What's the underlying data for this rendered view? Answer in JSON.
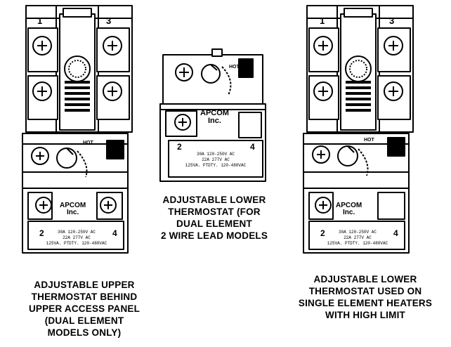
{
  "upper_thermostat": {
    "terminals": [
      "1",
      "3",
      "2",
      "4"
    ],
    "dial_mark": "HOT",
    "brand": [
      "APCOM",
      "Inc."
    ],
    "rating": [
      "30A 120-250V AC",
      "22A 277V AC",
      "125VA. PTDTY. 120-480VAC"
    ],
    "caption": [
      "ADJUSTABLE UPPER",
      "THERMOSTAT BEHIND",
      "UPPER ACCESS PANEL",
      "(DUAL ELEMENT",
      "MODELS ONLY)"
    ]
  },
  "lower_dual": {
    "terminals": [
      "2",
      "4"
    ],
    "dial_mark": "HOT",
    "brand": [
      "APCOM",
      "Inc."
    ],
    "rating": [
      "30A 120-250V AC",
      "22A 277V AC",
      "125VA. PTDTY. 120-480VAC"
    ],
    "caption": [
      "ADJUSTABLE LOWER",
      "THERMOSTAT (FOR",
      "DUAL ELEMENT",
      "2 WIRE LEAD MODELS"
    ]
  },
  "lower_single": {
    "terminals": [
      "1",
      "3",
      "2",
      "4"
    ],
    "dial_mark": "HOT",
    "brand": [
      "APCOM",
      "Inc."
    ],
    "rating": [
      "30A 120-250V AC",
      "22A 277V AC",
      "125VA. PTDTY. 120-480VAC"
    ],
    "caption": [
      "ADJUSTABLE LOWER",
      "THERMOSTAT USED ON",
      "SINGLE ELEMENT HEATERS",
      "WITH HIGH LIMIT"
    ]
  }
}
